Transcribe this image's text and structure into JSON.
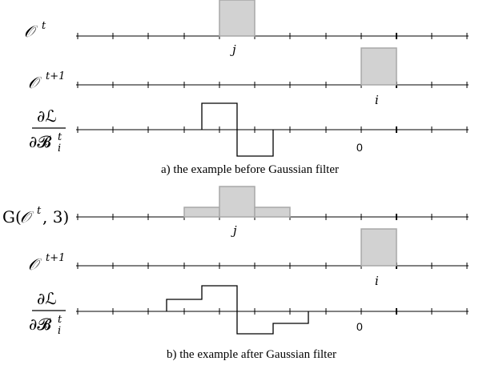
{
  "row_labels": {
    "o_t": {
      "base": "𝒪",
      "sup": "t"
    },
    "o_t1": {
      "base": "𝒪",
      "sup": "t+1"
    },
    "grad_num": "∂ℒ",
    "grad_den_base": "∂𝓑",
    "grad_den_sup": "t",
    "grad_den_sub": "i",
    "gauss": {
      "prefix": "G(",
      "base": "𝒪",
      "sup": "t",
      "suffix": ", 3)"
    }
  },
  "index_labels": {
    "j": "j",
    "i": "i"
  },
  "zero_label": "0",
  "captions": {
    "a": "a) the example before Gaussian filter",
    "b": "b) the example after Gaussian filter"
  },
  "colors": {
    "bar_fill": "#d2d2d2",
    "bar_stroke": "#a8a8a8",
    "line": "#000000"
  }
}
